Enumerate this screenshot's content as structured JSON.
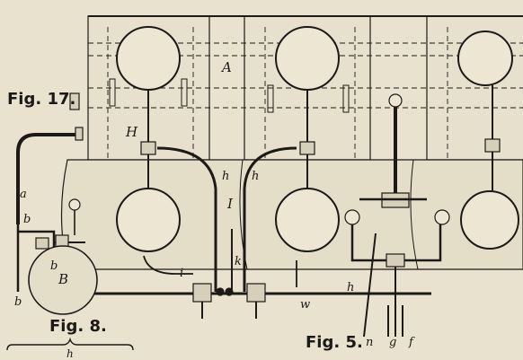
{
  "figures": {
    "fig17": "Fig. 17.",
    "fig8": "Fig. 8.",
    "fig5": "Fig. 5."
  },
  "labels": {
    "A": "A",
    "H": "H",
    "I": "I",
    "B": "B",
    "a": "a",
    "b_top": "b",
    "b_mid": "b",
    "b_low": "b",
    "h_left": "h",
    "h_mid": "h",
    "h_low": "h",
    "i": "i",
    "k": "k",
    "w": "w",
    "n": "n",
    "g": "g",
    "f": "f",
    "brace_h": "h"
  },
  "colors": {
    "paper": "#e8e2cf",
    "ink": "#1c1a16",
    "shade": "#d6cfb9"
  }
}
